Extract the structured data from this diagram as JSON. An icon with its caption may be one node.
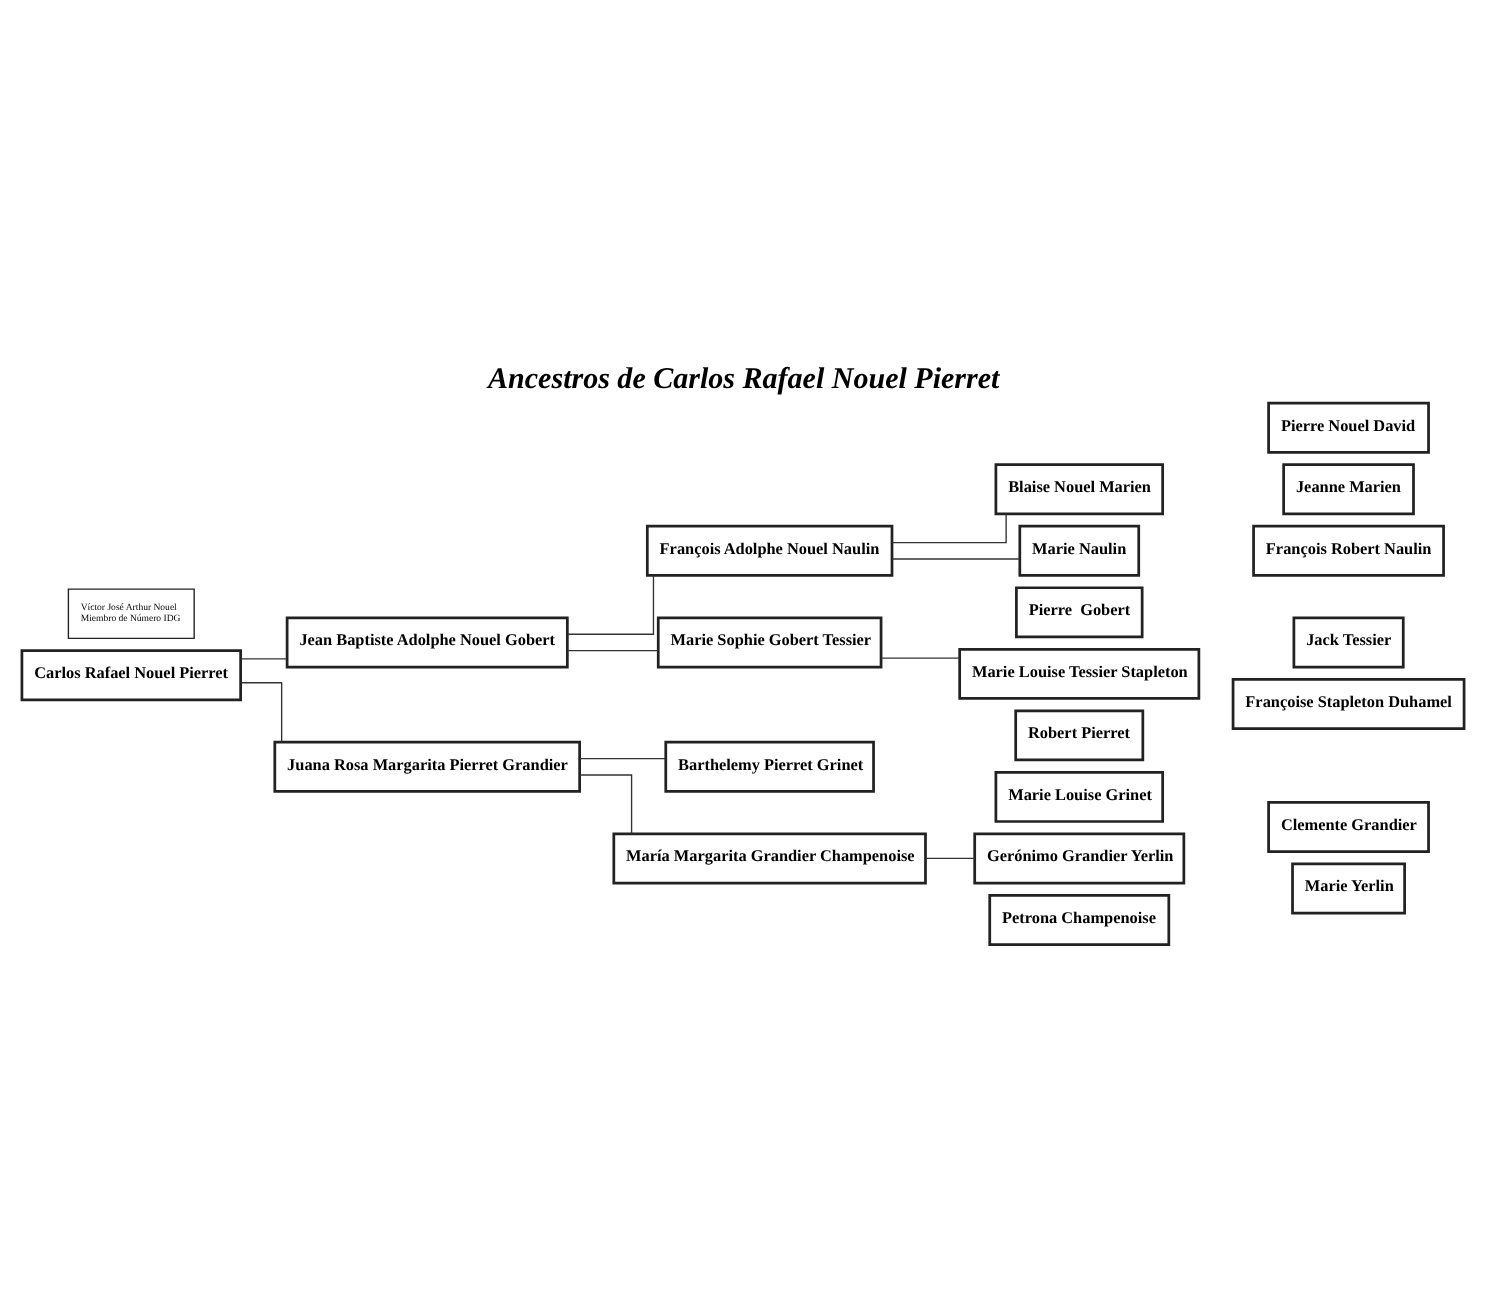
{
  "diagram": {
    "title": "Ancestros de Carlos Rafael Nouel Pierret",
    "nodes": [
      {
        "text": [
          "Carlos Rafael Nouel Pierret"
        ]
      },
      {
        "text": [
          "Jean Baptiste Adolphe Nouel Gobert"
        ]
      },
      {
        "text": [
          "François Adolphe Nouel Naulin"
        ]
      },
      {
        "text": [
          "Blaise Nouel Marien"
        ]
      },
      {
        "text": [
          "Pierre Nouel David"
        ]
      },
      {
        "text": [
          "Jeanne Marien"
        ]
      },
      {
        "text": [
          "Marie Naulin"
        ]
      },
      {
        "text": [
          "François Robert Naulin"
        ]
      },
      {
        "text": [
          "Marie Sophie Gobert Tessier"
        ]
      },
      {
        "text": [
          "Pierre  Gobert"
        ]
      },
      {
        "text": [
          "Jack Tessier"
        ]
      },
      {
        "text": [
          "Marie Louise Tessier Stapleton"
        ]
      },
      {
        "text": [
          "Françoise Stapleton Duhamel"
        ]
      },
      {
        "text": [
          "Juana Rosa Margarita Pierret Grandier"
        ]
      },
      {
        "text": [
          "Barthelemy Pierret Grinet"
        ]
      },
      {
        "text": [
          "Robert Pierret"
        ]
      },
      {
        "text": [
          "Marie Louise Grinet"
        ]
      },
      {
        "text": [
          "María Margarita Grandier Champenoise"
        ]
      },
      {
        "text": [
          "Gerónimo Grandier Yerlin"
        ]
      },
      {
        "text": [
          "Clemente Grandier"
        ]
      },
      {
        "text": [
          "Marie Yerlin"
        ]
      },
      {
        "text": [
          "Petrona Champenoise"
        ]
      },
      {
        "text": [
          "Víctor José Arthur Nouel",
          "Miembro de Número IDG"
        ]
      }
    ],
    "edges": [
      {
        "from": 0,
        "to": 1,
        "arrow": "none"
      },
      {
        "from": 0,
        "to": 13,
        "arrow": "none"
      },
      {
        "from": 1,
        "to": 2,
        "arrow": "none"
      },
      {
        "from": 1,
        "to": 8,
        "arrow": "none"
      },
      {
        "from": 2,
        "to": 3,
        "arrow": "none"
      },
      {
        "from": 2,
        "to": 6,
        "arrow": "none"
      },
      {
        "from": 8,
        "to": 11,
        "arrow": "none"
      },
      {
        "from": 13,
        "to": 14,
        "arrow": "none"
      },
      {
        "from": 13,
        "to": 17,
        "arrow": "none"
      },
      {
        "from": 17,
        "to": 18,
        "arrow": "none"
      }
    ]
  }
}
